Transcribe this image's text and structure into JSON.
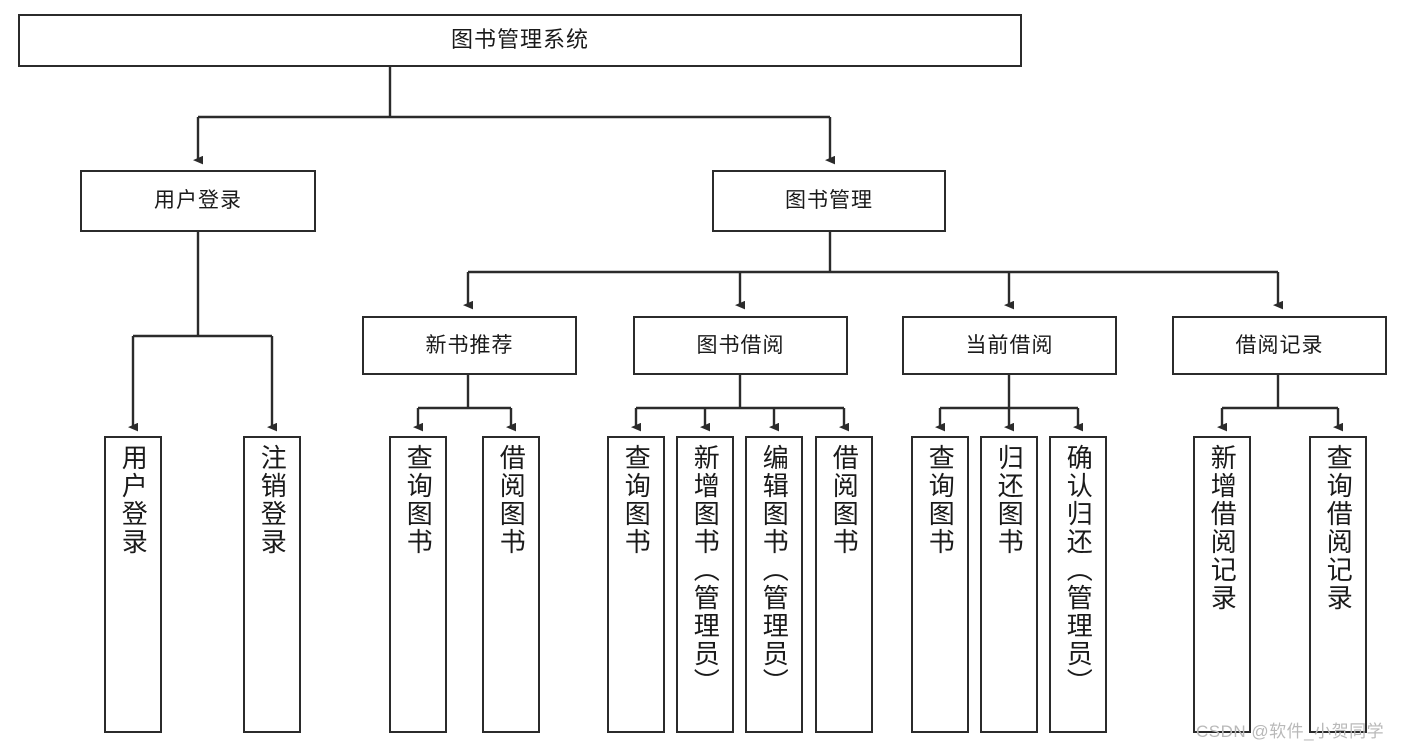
{
  "diagram": {
    "type": "tree",
    "title": "图书管理系统",
    "orientation": "top-down",
    "line_color": "#2b2b2b",
    "box_fill": "#ffffff",
    "text_color": "#1a1a1a",
    "root": {
      "label": "图书管理系统"
    },
    "level1": [
      {
        "label": "用户登录"
      },
      {
        "label": "图书管理"
      }
    ],
    "level2": [
      {
        "label": "新书推荐"
      },
      {
        "label": "图书借阅"
      },
      {
        "label": "当前借阅"
      },
      {
        "label": "借阅记录"
      }
    ],
    "leaves": {
      "user_login": [
        {
          "label": "用户登录"
        },
        {
          "label": "注销登录"
        }
      ],
      "new_book_recommend": [
        {
          "label": "查询图书"
        },
        {
          "label": "借阅图书"
        }
      ],
      "book_borrow": [
        {
          "label": "查询图书"
        },
        {
          "label": "新增图书（管理员）"
        },
        {
          "label": "编辑图书（管理员）"
        },
        {
          "label": "借阅图书"
        }
      ],
      "current_borrow": [
        {
          "label": "查询图书"
        },
        {
          "label": "归还图书"
        },
        {
          "label": "确认归还（管理员）"
        }
      ],
      "borrow_record": [
        {
          "label": "新增借阅记录"
        },
        {
          "label": "查询借阅记录"
        }
      ]
    }
  },
  "watermark": {
    "text": "CSDN @软件_小贺同学",
    "color": "#b9b9b9"
  }
}
